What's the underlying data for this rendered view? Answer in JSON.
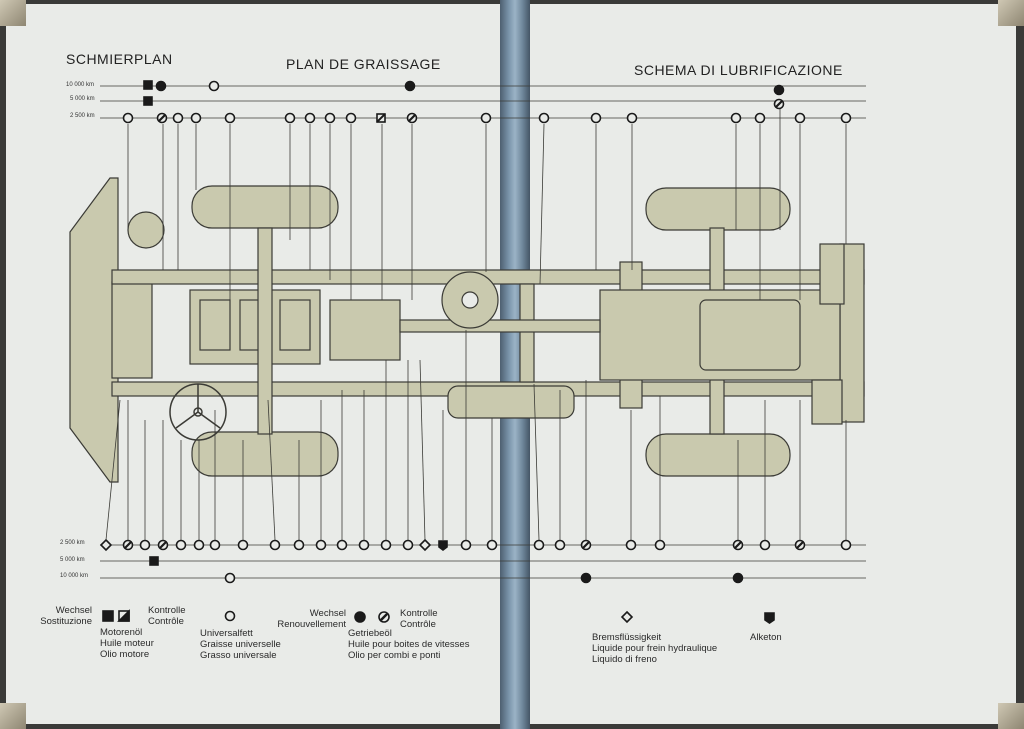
{
  "titles": {
    "de": "SCHMIERPLAN",
    "fr": "PLAN DE GRAISSAGE",
    "it": "SCHEMA DI LUBRIFICAZIONE"
  },
  "intervals": {
    "top": [
      "10 000 km",
      "5 000 km",
      "2 500 km"
    ],
    "bottom": [
      "2 500 km",
      "5 000 km",
      "10 000 km"
    ]
  },
  "legend": {
    "change": [
      "Wechsel",
      "Sostituzione"
    ],
    "control": [
      "Kontrolle",
      "Contrôle"
    ],
    "change2": [
      "Wechsel",
      "Renouvellement"
    ],
    "control2": [
      "Kontrolle",
      "Contrôle"
    ],
    "engine_oil": [
      "Motorenöl",
      "Huile moteur",
      "Olio motore"
    ],
    "universal_grease": [
      "Universalfett",
      "Graisse universelle",
      "Grasso universale"
    ],
    "gear_oil": [
      "Getriebeöl",
      "Huile pour boites de vitesses",
      "Olio per combi e ponti"
    ],
    "brake_fluid": [
      "Bremsflüssigkeit",
      "Liquide pour frein hydraulique",
      "Liquido di freno"
    ],
    "alketon": [
      "Alketon"
    ]
  },
  "colors": {
    "paper": "#e9ebe8",
    "chassis": "#c9c9ae",
    "line": "#3b3b36",
    "spine": "#7b95ab"
  }
}
